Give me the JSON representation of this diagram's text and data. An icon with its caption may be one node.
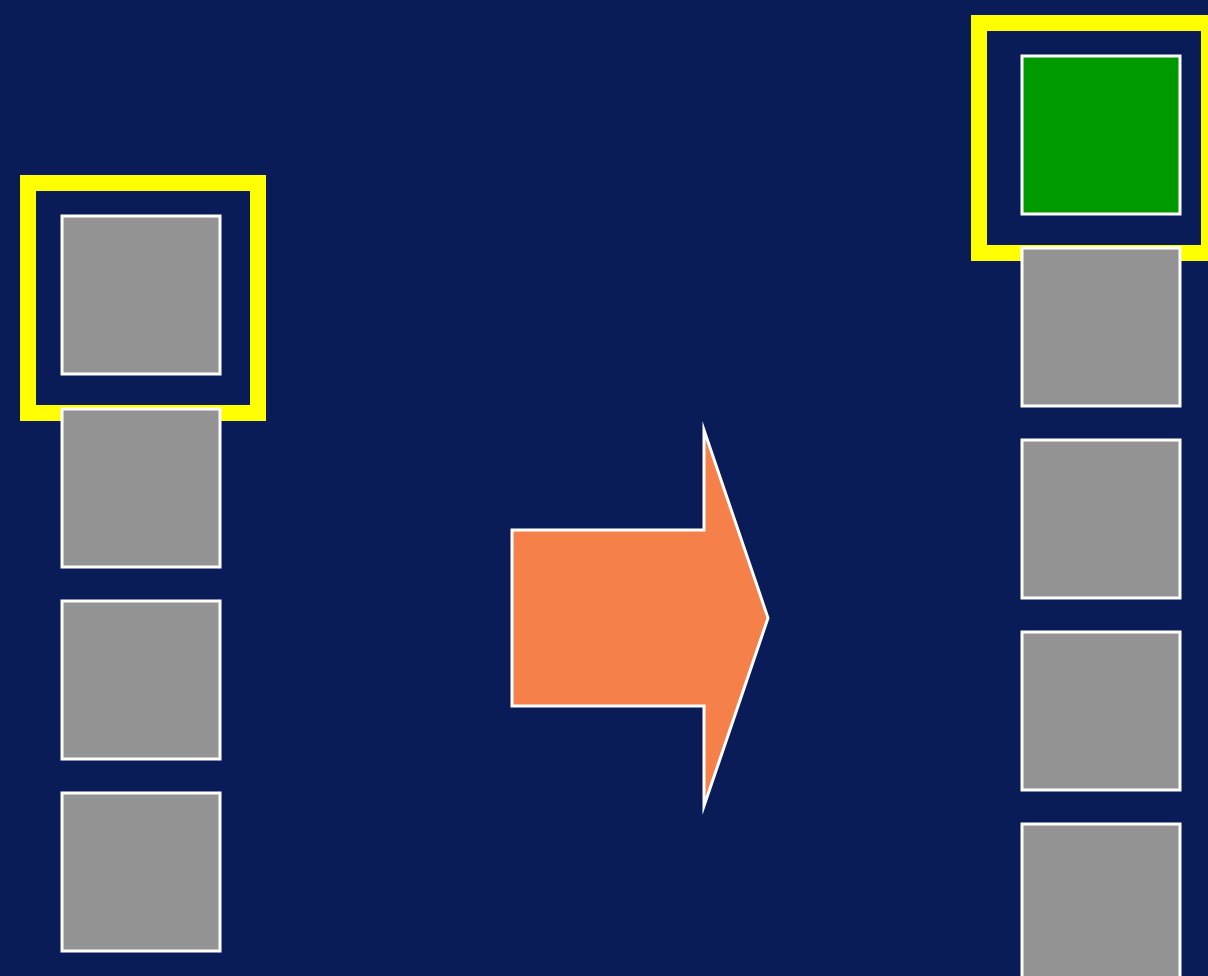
{
  "diagram": {
    "nodes": [
      {
        "text": [],
        "shape": "box"
      },
      {
        "text": [],
        "shape": "box",
        "in": 0
      },
      {
        "text": [],
        "shape": "box"
      },
      {
        "text": [],
        "shape": "box"
      },
      {
        "text": [],
        "shape": "box"
      },
      {
        "text": [],
        "shape": "box"
      },
      {
        "text": [],
        "shape": "box",
        "in": 5
      },
      {
        "text": [],
        "shape": "box"
      },
      {
        "text": [],
        "shape": "box"
      },
      {
        "text": [],
        "shape": "box"
      },
      {
        "text": [],
        "shape": "box"
      }
    ]
  }
}
